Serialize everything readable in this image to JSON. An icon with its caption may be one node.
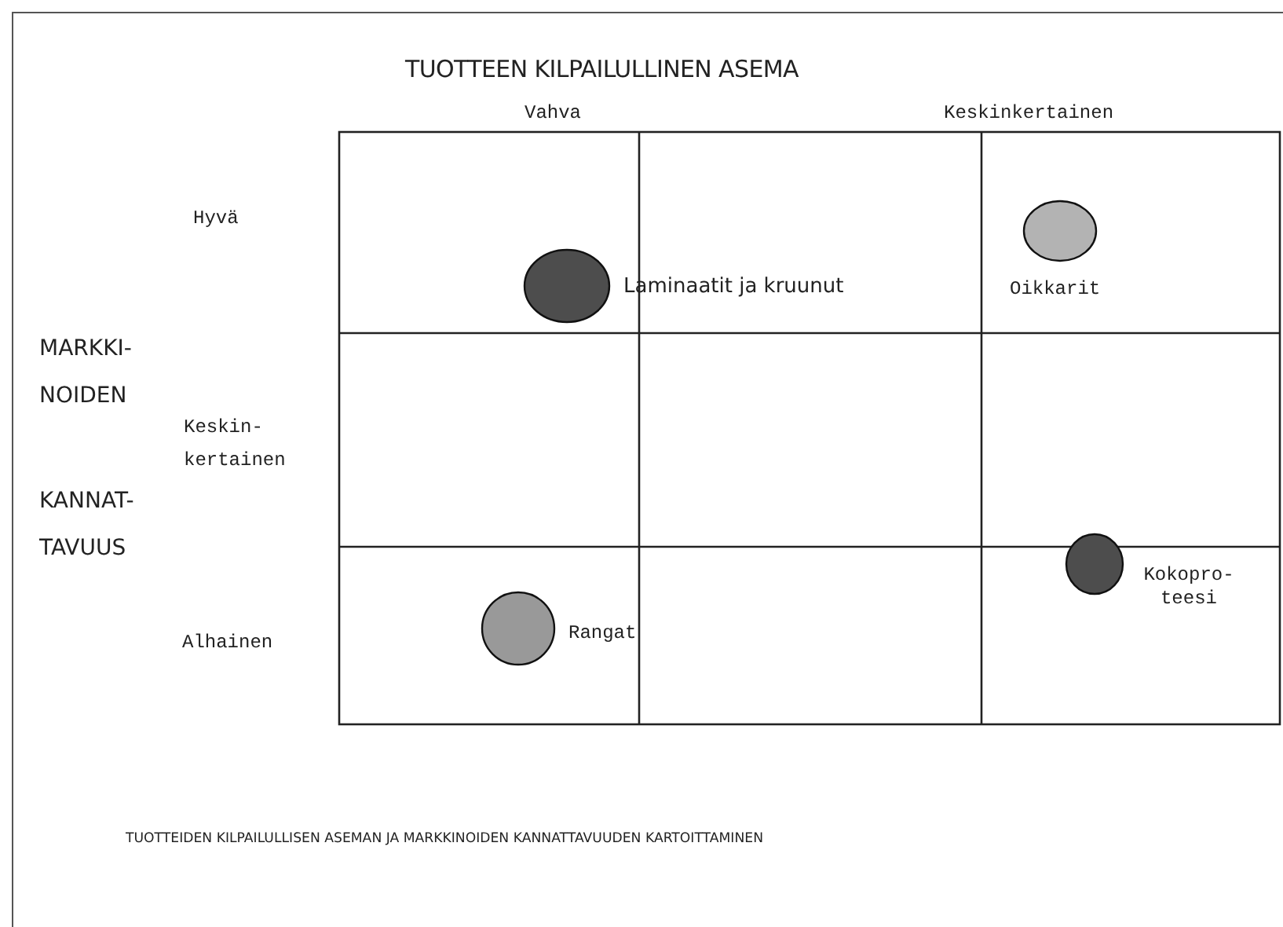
{
  "diagram": {
    "title": "TUOTTEEN KILPAILULLINEN ASEMA",
    "caption": "TUOTTEIDEN KILPAILULLISEN ASEMAN JA MARKKINOIDEN KANNATTAVUUDEN KARTOITTAMINEN",
    "nodes": [
      {
        "text": [],
        "shape": "circle",
        "beside": [
          "Laminaatit ja kruunut"
        ]
      },
      {
        "text": [],
        "shape": "circle",
        "beside": [
          "Oikkarit"
        ]
      },
      {
        "text": [],
        "shape": "circle",
        "beside": [
          "Kokopro- teesi"
        ]
      },
      {
        "text": [],
        "shape": "circle",
        "beside": [
          "Rangat"
        ]
      }
    ],
    "labels": [
      "Vahva",
      "Keskinkertainen",
      "Hyvä",
      "MARKKI-",
      "NOIDEN",
      "Keskin- kertainen",
      "KANNAT-",
      "TAVUUS",
      "Alhainen"
    ]
  }
}
